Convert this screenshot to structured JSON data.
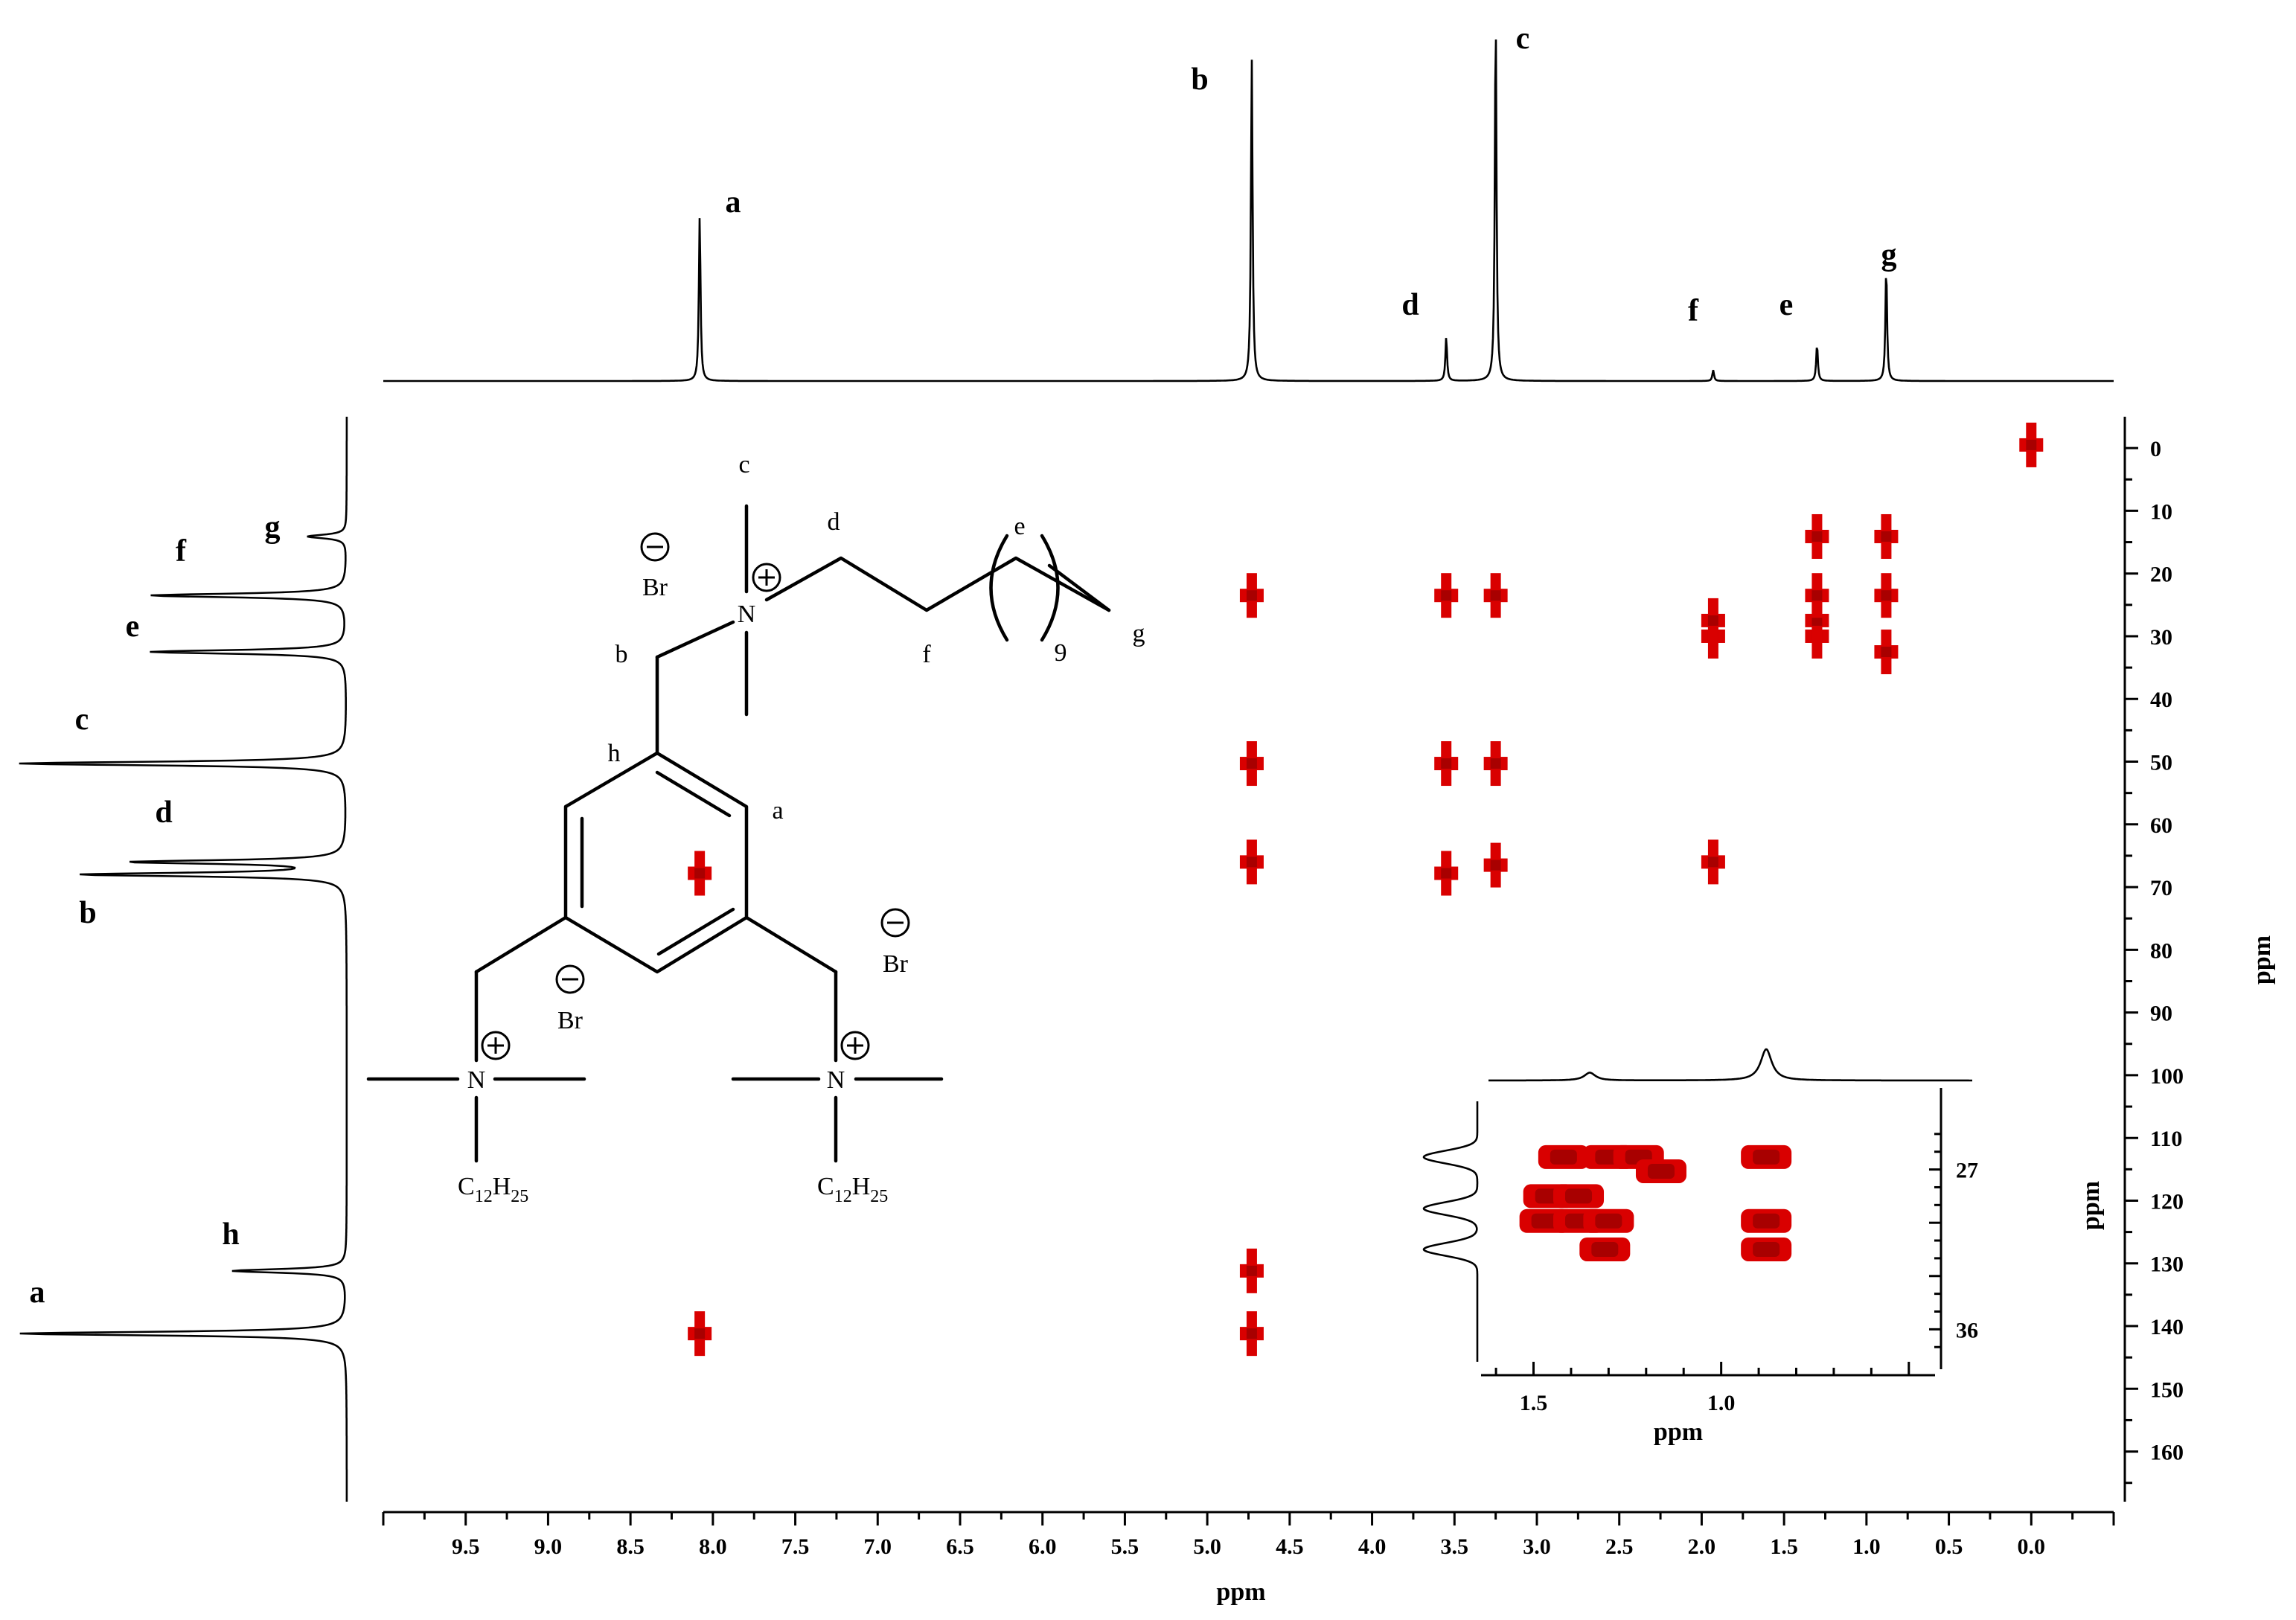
{
  "chart_data": {
    "type": "heatmap",
    "title": "",
    "xlabel": "ppm",
    "ylabel": "ppm",
    "xlim": [
      10.0,
      -0.5
    ],
    "ylim": [
      -5,
      168
    ],
    "x_ticks": [
      "9.5",
      "9.0",
      "8.5",
      "8.0",
      "7.5",
      "7.0",
      "6.5",
      "6.0",
      "5.5",
      "5.0",
      "4.5",
      "4.0",
      "3.5",
      "3.0",
      "2.5",
      "2.0",
      "1.5",
      "1.0",
      "0.5",
      "0.0"
    ],
    "y_ticks": [
      "0",
      "10",
      "20",
      "30",
      "40",
      "50",
      "60",
      "70",
      "80",
      "90",
      "100",
      "110",
      "120",
      "130",
      "140",
      "150",
      "160"
    ],
    "proton_projection": {
      "peaks": [
        {
          "label": "a",
          "ppm": 8.08,
          "height": 0.45
        },
        {
          "label": "b",
          "ppm": 4.73,
          "height": 0.88
        },
        {
          "label": "d",
          "ppm": 3.55,
          "height": 0.12
        },
        {
          "label": "c",
          "ppm": 3.25,
          "height": 1.0
        },
        {
          "label": "f",
          "ppm": 1.93,
          "height": 0.03
        },
        {
          "label": "e",
          "ppm": 1.3,
          "height": 0.1
        },
        {
          "label": "g",
          "ppm": 0.88,
          "height": 0.31
        }
      ]
    },
    "carbon_projection": {
      "peaks": [
        {
          "label": "g",
          "ppm": 14.1,
          "height": 0.12
        },
        {
          "label": "f",
          "ppm": 23.5,
          "height": 0.6
        },
        {
          "label": "e",
          "ppm": 32.5,
          "height": 0.6
        },
        {
          "label": "c",
          "ppm": 50.3,
          "height": 1.0
        },
        {
          "label": "d",
          "ppm": 66.0,
          "height": 0.65
        },
        {
          "label": "b",
          "ppm": 68.0,
          "height": 0.8
        },
        {
          "label": "h",
          "ppm": 131.2,
          "height": 0.35
        },
        {
          "label": "a",
          "ppm": 141.2,
          "height": 1.0
        }
      ]
    },
    "cross_peaks": [
      {
        "x": 8.08,
        "y": 141.2
      },
      {
        "x": 8.08,
        "y": 67.8
      },
      {
        "x": 4.73,
        "y": 141.2
      },
      {
        "x": 4.73,
        "y": 131.2
      },
      {
        "x": 4.73,
        "y": 66.0
      },
      {
        "x": 4.73,
        "y": 50.3
      },
      {
        "x": 4.73,
        "y": 23.5
      },
      {
        "x": 3.55,
        "y": 67.8
      },
      {
        "x": 3.55,
        "y": 50.3
      },
      {
        "x": 3.55,
        "y": 23.5
      },
      {
        "x": 3.25,
        "y": 66.5
      },
      {
        "x": 3.25,
        "y": 50.3
      },
      {
        "x": 3.25,
        "y": 23.5
      },
      {
        "x": 1.93,
        "y": 66.0
      },
      {
        "x": 1.93,
        "y": 30.0
      },
      {
        "x": 1.93,
        "y": 27.5
      },
      {
        "x": 1.3,
        "y": 30.0
      },
      {
        "x": 1.3,
        "y": 27.5
      },
      {
        "x": 1.3,
        "y": 23.5
      },
      {
        "x": 1.3,
        "y": 14.1
      },
      {
        "x": 0.88,
        "y": 32.5
      },
      {
        "x": 0.88,
        "y": 23.5
      },
      {
        "x": 0.88,
        "y": 14.1
      },
      {
        "x": 0.0,
        "y": -0.5
      }
    ],
    "inset": {
      "xlabel": "ppm",
      "ylabel": "ppm",
      "xlim": [
        1.62,
        0.45
      ],
      "ylim": [
        24,
        37.2
      ],
      "x_ticks": [
        "1.5",
        "1.0"
      ],
      "y_ticks": [
        "27",
        "36"
      ],
      "proton_peaks": [
        {
          "ppm": 1.35,
          "height": 0.25
        },
        {
          "ppm": 0.88,
          "height": 1.0
        }
      ],
      "carbon_peaks": [
        {
          "ppm": 26.3,
          "height": 0.9
        },
        {
          "ppm": 29.2,
          "height": 0.9
        },
        {
          "ppm": 31.5,
          "height": 0.9
        }
      ],
      "cross_peaks": [
        {
          "x": 1.42,
          "y": 26.3
        },
        {
          "x": 1.3,
          "y": 26.3
        },
        {
          "x": 1.22,
          "y": 26.3
        },
        {
          "x": 1.16,
          "y": 27.1
        },
        {
          "x": 1.46,
          "y": 28.5
        },
        {
          "x": 1.38,
          "y": 28.5
        },
        {
          "x": 1.47,
          "y": 29.9
        },
        {
          "x": 1.38,
          "y": 29.9
        },
        {
          "x": 1.3,
          "y": 29.9
        },
        {
          "x": 1.31,
          "y": 31.5
        },
        {
          "x": 0.88,
          "y": 26.3
        },
        {
          "x": 0.88,
          "y": 29.9
        },
        {
          "x": 0.88,
          "y": 31.5
        }
      ]
    },
    "structure_labels": {
      "atoms": [
        "a",
        "b",
        "c",
        "d",
        "e",
        "f",
        "g",
        "h"
      ],
      "repeat": "9",
      "nitrogen": "N",
      "counterion": "Br",
      "chain": {
        "c": "C",
        "c_sub": "12",
        "h": "H",
        "h_sub": "25"
      }
    },
    "colors": {
      "cross_peak": "#d90000",
      "cross_peak_core": "#a80000",
      "spectrum": "#000000"
    }
  }
}
